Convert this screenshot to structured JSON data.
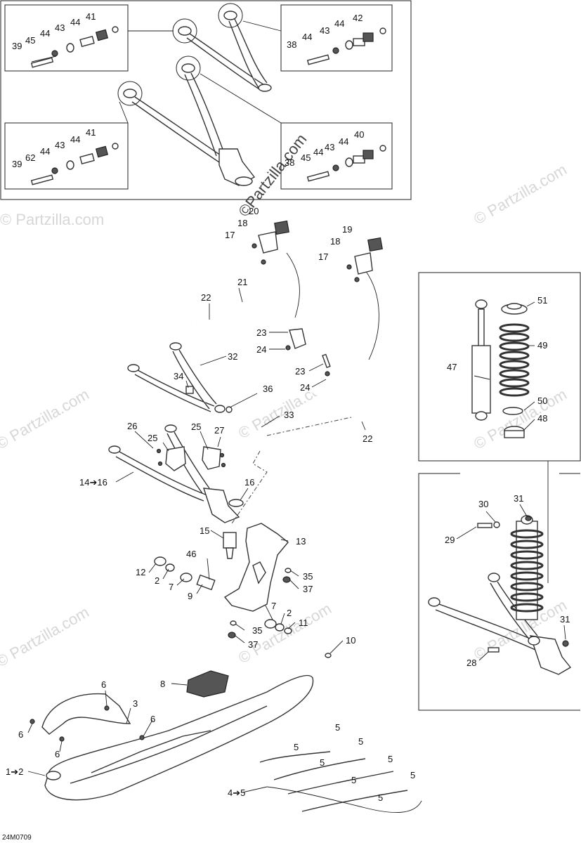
{
  "diagram_code": "24M0709",
  "watermarks": [
    "© Partzilla.com",
    "©Partzilla.com"
  ],
  "labels": {
    "l41a": "41",
    "l44a": "44",
    "l43a": "43",
    "l44b": "44",
    "l45a": "45",
    "l39a": "39",
    "l42": "42",
    "l44c": "44",
    "l43b": "43",
    "l44d": "44",
    "l38a": "38",
    "l41b": "41",
    "l44e": "44",
    "l43c": "43",
    "l44f": "44",
    "l62": "62",
    "l39b": "39",
    "l40": "40",
    "l44g": "44",
    "l43d": "43",
    "l44h": "44",
    "l45b": "45",
    "l38b": "38",
    "l20": "20",
    "l18a": "18",
    "l17a": "17",
    "l19": "19",
    "l18b": "18",
    "l17b": "17",
    "l21": "21",
    "l22a": "22",
    "l23a": "23",
    "l24a": "24",
    "l23b": "23",
    "l24b": "24",
    "l32": "32",
    "l34": "34",
    "l36": "36",
    "l33": "33",
    "l22b": "22",
    "l26": "26",
    "l25a": "25",
    "l25b": "25",
    "l27": "27",
    "l1416": "14➔16",
    "l16": "16",
    "l15": "15",
    "l13": "13",
    "l46": "46",
    "l12": "12",
    "l2a": "2",
    "l7a": "7",
    "l9": "9",
    "l35a": "35",
    "l37a": "37",
    "l7b": "7",
    "l2b": "2",
    "l11": "11",
    "l35b": "35",
    "l37b": "37",
    "l10": "10",
    "l6a": "6",
    "l8": "8",
    "l3": "3",
    "l6b": "6",
    "l6c": "6",
    "l6d": "6",
    "l12sk": "1➔2",
    "l45": "4➔5",
    "l5a": "5",
    "l5b": "5",
    "l5c": "5",
    "l5d": "5",
    "l5e": "5",
    "l5f": "5",
    "l5g": "5",
    "l5h": "5",
    "l51": "51",
    "l49": "49",
    "l47": "47",
    "l50": "50",
    "l48": "48",
    "l30": "30",
    "l31a": "31",
    "l29": "29",
    "l31b": "31",
    "l28": "28"
  }
}
